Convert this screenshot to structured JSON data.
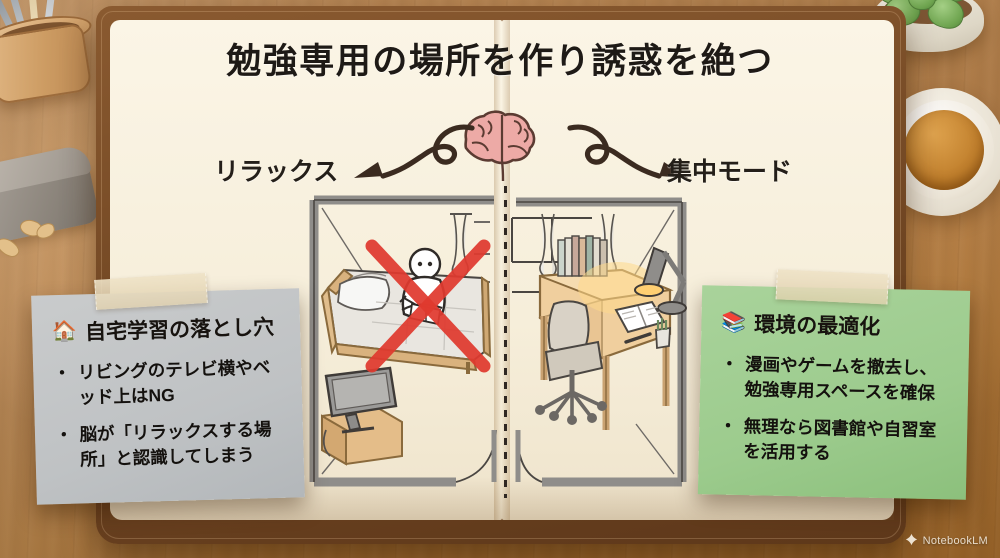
{
  "page_title": "勉強専用の場所を作り誘惑を絶つ",
  "center": {
    "brain_icon": "brain-icon",
    "left_label": "リラックス",
    "right_label": "集中モード",
    "left_arrow_icon": "curly-arrow-left-icon",
    "right_arrow_icon": "curly-arrow-right-icon",
    "divider_icon": "dashed-divider"
  },
  "scenes": {
    "left": {
      "name": "bedroom-scene",
      "crossed_out": true,
      "cross_color": "#e03a2f",
      "items": [
        "bed",
        "pillow",
        "person-reading-on-bed",
        "television",
        "tv-stand",
        "curtain",
        "door"
      ]
    },
    "right": {
      "name": "study-room-scene",
      "crossed_out": false,
      "items": [
        "desk",
        "office-chair",
        "desk-lamp",
        "books",
        "open-notebook",
        "pen",
        "pen-cup",
        "window",
        "curtain",
        "door"
      ]
    }
  },
  "cards": {
    "left": {
      "icon": "house-icon",
      "icon_glyph": "🏠",
      "heading": "自宅学習の落とし穴",
      "bullet": "・",
      "items": [
        "リビングのテレビ横やベッド上はNG",
        "脳が「リラックスする場所」と認識してしまう"
      ],
      "bg_color": "#bfc2c4"
    },
    "right": {
      "icon": "books-icon",
      "icon_glyph": "📚",
      "heading": "環境の最適化",
      "bullet": "・",
      "items": [
        "漫画やゲームを撤去し、勉強専用スペースを確保",
        "無理なら図書館や自習室を活用する"
      ],
      "bg_color": "#9ccb8d"
    }
  },
  "desk_props": [
    {
      "name": "pen-cup-with-pencils"
    },
    {
      "name": "cloth-pouch"
    },
    {
      "name": "pencil-shavings"
    },
    {
      "name": "succulent-plant"
    },
    {
      "name": "tea-cup"
    },
    {
      "name": "wooden-pen"
    }
  ],
  "watermark": {
    "icon": "notebooklm-logo-icon",
    "label": "NotebookLM"
  },
  "colors": {
    "wood": "#c48c52",
    "page": "#f7efdb",
    "notebook_cover": "#6f4522",
    "title_text": "#1e1a16",
    "brain": "#e9a8a4",
    "red_cross": "#e03a2f"
  }
}
